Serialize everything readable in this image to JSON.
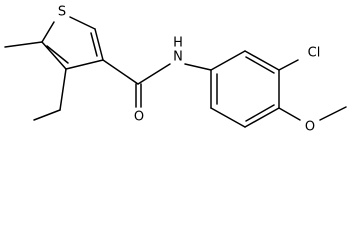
{
  "molecule": {
    "atoms": {
      "sulfur": "S",
      "amide_nitrogen": "N",
      "amide_hydrogen": "H",
      "carbonyl_oxygen": "O",
      "chlorine": "Cl",
      "ether_oxygen": "O"
    }
  }
}
